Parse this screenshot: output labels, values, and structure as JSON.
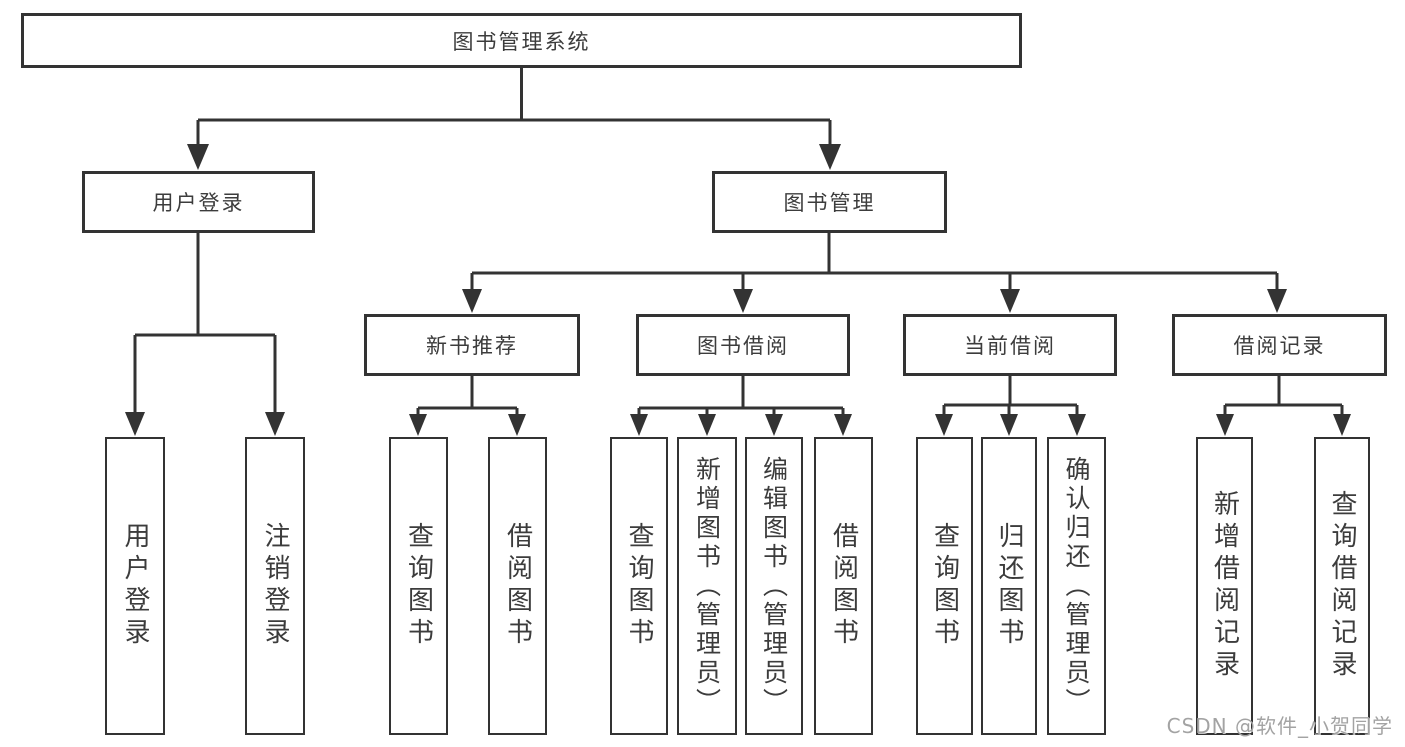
{
  "nodes": {
    "root": {
      "label": "图书管理系统"
    },
    "user_login": {
      "label": "用户登录"
    },
    "book_management": {
      "label": "图书管理"
    },
    "new_book_recommend": {
      "label": "新书推荐"
    },
    "book_borrow": {
      "label": "图书借阅"
    },
    "current_borrow": {
      "label": "当前借阅"
    },
    "borrow_records": {
      "label": "借阅记录"
    },
    "login": {
      "label": "用户登录"
    },
    "logout": {
      "label": "注销登录"
    },
    "nb_query_book": {
      "label": "查询图书"
    },
    "nb_borrow_book": {
      "label": "借阅图书"
    },
    "bb_query_book": {
      "label": "查询图书"
    },
    "bb_add_book": {
      "label": "新增图书（管理员）"
    },
    "bb_edit_book": {
      "label": "编辑图书（管理员）"
    },
    "bb_borrow_book": {
      "label": "借阅图书"
    },
    "cb_query_book": {
      "label": "查询图书"
    },
    "cb_return_book": {
      "label": "归还图书"
    },
    "cb_confirm_return": {
      "label": "确认归还（管理员）"
    },
    "br_add_record": {
      "label": "新增借阅记录"
    },
    "br_query_record": {
      "label": "查询借阅记录"
    }
  },
  "edges": [
    {
      "from": "root",
      "to": "user_login"
    },
    {
      "from": "root",
      "to": "book_management"
    },
    {
      "from": "user_login",
      "to": "login"
    },
    {
      "from": "user_login",
      "to": "logout"
    },
    {
      "from": "book_management",
      "to": "new_book_recommend"
    },
    {
      "from": "book_management",
      "to": "book_borrow"
    },
    {
      "from": "book_management",
      "to": "current_borrow"
    },
    {
      "from": "book_management",
      "to": "borrow_records"
    },
    {
      "from": "new_book_recommend",
      "to": "nb_query_book"
    },
    {
      "from": "new_book_recommend",
      "to": "nb_borrow_book"
    },
    {
      "from": "book_borrow",
      "to": "bb_query_book"
    },
    {
      "from": "book_borrow",
      "to": "bb_add_book"
    },
    {
      "from": "book_borrow",
      "to": "bb_edit_book"
    },
    {
      "from": "book_borrow",
      "to": "bb_borrow_book"
    },
    {
      "from": "current_borrow",
      "to": "cb_query_book"
    },
    {
      "from": "current_borrow",
      "to": "cb_return_book"
    },
    {
      "from": "current_borrow",
      "to": "cb_confirm_return"
    },
    {
      "from": "borrow_records",
      "to": "br_add_record"
    },
    {
      "from": "borrow_records",
      "to": "br_query_record"
    }
  ],
  "watermark": {
    "text": "CSDN @软件_小贺同学"
  },
  "colors": {
    "line": "#333333",
    "box_border": "#333333",
    "text": "#3c3c3c",
    "background": "#ffffff",
    "watermark": "#a3a3a3"
  }
}
